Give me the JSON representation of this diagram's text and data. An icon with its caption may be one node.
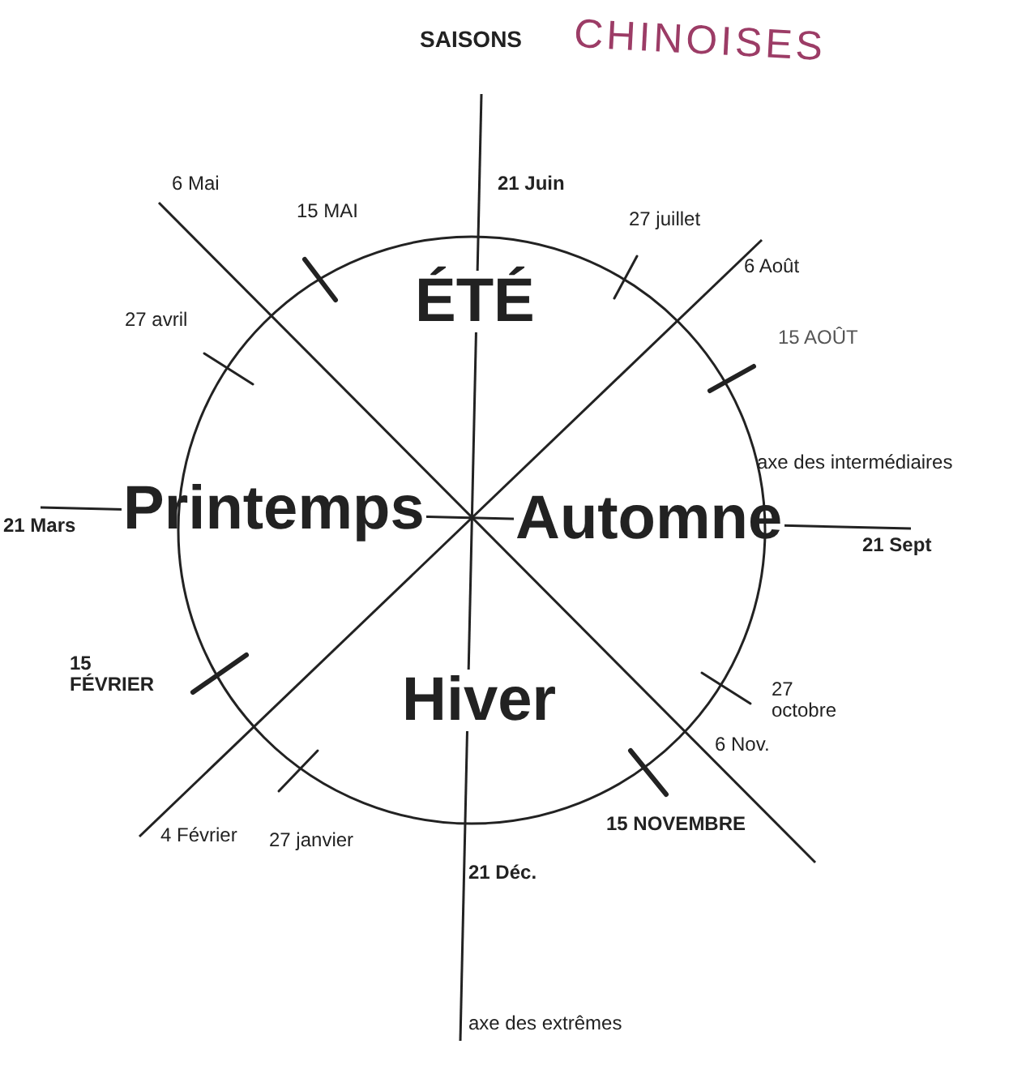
{
  "diagram": {
    "title": "SAISONS",
    "labels": [
      "CHINOISES",
      "6 Mai",
      "15 MAI",
      "21 Juin",
      "27 juillet",
      "6 Août",
      "ÉTÉ",
      "27 avril",
      "15 AOÛT",
      "axe des intermédiaires",
      "Printemps",
      "Automne",
      "21 Mars",
      "21 Sept",
      "15 FÉVRIER",
      "27 octobre",
      "Hiver",
      "6 Nov.",
      "15 NOVEMBRE",
      "4 Février",
      "27 janvier",
      "21 Déc.",
      "axe des extrêmes"
    ]
  }
}
